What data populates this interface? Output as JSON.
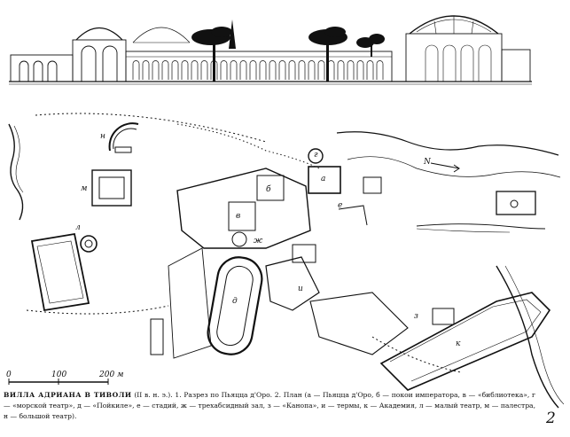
{
  "caption": {
    "title": "ВИЛЛА АДРИАНА В ТИВОЛИ",
    "date": "(II в. н. э.).",
    "part1": "1. Разрез по Пьяцца д'Оро.",
    "part2": "2. План (а — Пьяцца д'Оро, б — покои императора, в — «библиотека», г — «морской театр», д — «Пойкиле», е — стадий, ж — трехабсидный зал, з — «Канопа», и — термы, к — Академия, л — малый театр, м — палестра, н — большой театр)."
  },
  "figure_number": "2",
  "scale": {
    "ticks": [
      "0",
      "100",
      "200"
    ],
    "unit": "м"
  },
  "north": "N",
  "plan_labels": {
    "n": "н",
    "m": "м",
    "l": "л",
    "a": "а",
    "b": "б",
    "v": "в",
    "g": "г",
    "d": "д",
    "e": "е",
    "zh": "ж",
    "z": "з",
    "i": "и",
    "k": "к"
  }
}
